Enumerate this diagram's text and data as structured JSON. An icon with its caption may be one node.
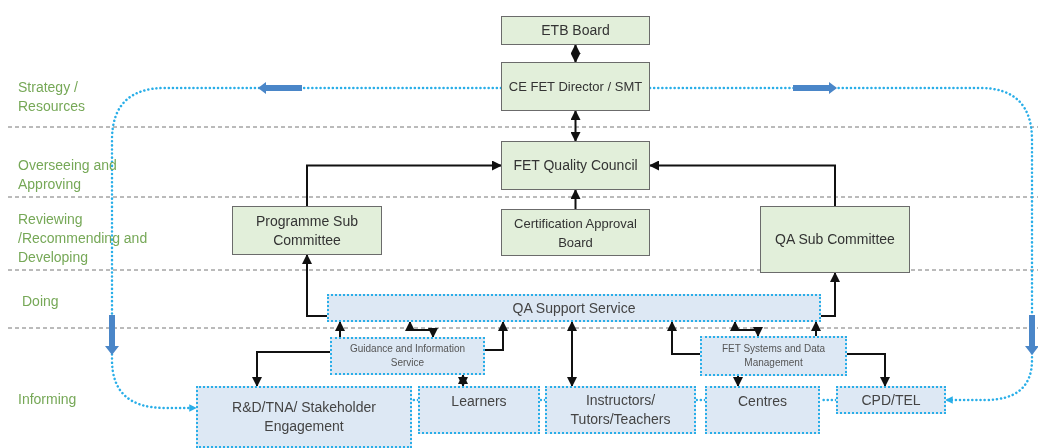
{
  "diagram": {
    "nodes": [
      {
        "text": [
          "ETB Board"
        ]
      },
      {
        "text": [
          "CE FET Director / SMT"
        ]
      },
      {
        "text": [
          "FET Quality Council"
        ]
      },
      {
        "text": [
          "Programme Sub Committee"
        ]
      },
      {
        "text": [
          "Certification Approval Board"
        ]
      },
      {
        "text": [
          "QA Sub Committee"
        ]
      },
      {
        "text": [
          "QA Support Service"
        ]
      },
      {
        "text": [
          "Guidance and Information Service"
        ]
      },
      {
        "text": [
          "FET Systems and Data Management"
        ]
      },
      {
        "text": [
          "R&D/TNA/ Stakeholder Engagement"
        ]
      },
      {
        "text": [
          "Learners"
        ]
      },
      {
        "text": [
          "Instructors/ Tutors/Teachers"
        ]
      },
      {
        "text": [
          "Centres"
        ]
      },
      {
        "text": [
          "CPD/TEL"
        ]
      }
    ],
    "edges": [
      {
        "from": 0,
        "to": 1,
        "arrow": "both"
      },
      {
        "from": 1,
        "to": 2,
        "arrow": "both"
      },
      {
        "from": 3,
        "to": 2,
        "arrow": "to"
      },
      {
        "from": 4,
        "to": 2,
        "arrow": "to"
      },
      {
        "from": 5,
        "to": 2,
        "arrow": "to"
      },
      {
        "from": 6,
        "to": 3,
        "arrow": "to"
      },
      {
        "from": 6,
        "to": 5,
        "arrow": "to"
      },
      {
        "from": 7,
        "to": 6,
        "arrow": "to"
      },
      {
        "from": 6,
        "to": 7,
        "arrow": "both"
      },
      {
        "from": 7,
        "to": 6,
        "arrow": "to"
      },
      {
        "from": 7,
        "to": 9,
        "arrow": "to"
      },
      {
        "from": 7,
        "to": 10,
        "arrow": "both"
      },
      {
        "from": 6,
        "to": 11,
        "arrow": "both"
      },
      {
        "from": 8,
        "to": 6,
        "arrow": "to"
      },
      {
        "from": 6,
        "to": 8,
        "arrow": "both"
      },
      {
        "from": 8,
        "to": 6,
        "arrow": "to"
      },
      {
        "from": 8,
        "to": 12,
        "arrow": "to"
      },
      {
        "from": 8,
        "to": 13,
        "arrow": "to"
      },
      {
        "from": 1,
        "to": 9,
        "arrow": "to",
        "style": "dashed",
        "color": "#29aee8"
      },
      {
        "from": 1,
        "to": 13,
        "arrow": "to",
        "style": "dashed",
        "color": "#29aee8"
      },
      {
        "from": 13,
        "to": 12,
        "arrow": "none",
        "style": "dashed",
        "color": "#29aee8"
      },
      {
        "from": 12,
        "to": 11,
        "arrow": "none",
        "style": "dashed",
        "color": "#29aee8"
      },
      {
        "from": 11,
        "to": 10,
        "arrow": "none",
        "style": "dashed",
        "color": "#29aee8"
      },
      {
        "from": 10,
        "to": 9,
        "arrow": "none",
        "style": "dashed",
        "color": "#29aee8"
      }
    ],
    "labels": [
      "Strategy / Resources",
      "Overseeing and Approving",
      "Reviewing /Recommending and Developing",
      "Doing",
      "Informing"
    ]
  }
}
